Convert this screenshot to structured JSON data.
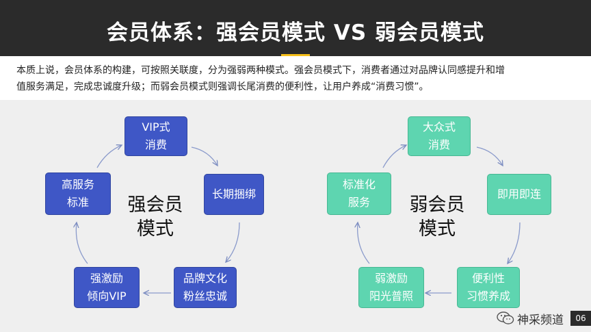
{
  "title": "会员体系：强会员模式 VS 弱会员模式",
  "intro": {
    "line1": "本质上说，会员体系的构建，可按照关联度，分为强弱两种模式。强会员模式下，消费者通过对品牌认同感提升和增",
    "line2": "值服务满足，完成忠诚度升级；而弱会员模式则强调长尾消费的便利性，让用户养成“消费习惯”。"
  },
  "strong": {
    "center": [
      "强会员",
      "模式"
    ],
    "boxes": [
      [
        "VIP式",
        "消费"
      ],
      [
        "长期捆绑"
      ],
      [
        "品牌文化",
        "粉丝忠诚"
      ],
      [
        "强激励",
        "倾向VIP"
      ],
      [
        "高服务",
        "标准"
      ]
    ]
  },
  "weak": {
    "center": [
      "弱会员",
      "模式"
    ],
    "boxes": [
      [
        "大众式",
        "消费"
      ],
      [
        "即用即连"
      ],
      [
        "便利性",
        "习惯养成"
      ],
      [
        "弱激励",
        "阳光普照"
      ],
      [
        "标准化",
        "服务"
      ]
    ]
  },
  "footer": {
    "channel": "神采频道",
    "page": "06"
  },
  "colors": {
    "strong_box": "#3f57c6",
    "weak_box": "#5ed5b0",
    "accent": "#f6bf1a",
    "header_bg": "#2b2b2b"
  }
}
